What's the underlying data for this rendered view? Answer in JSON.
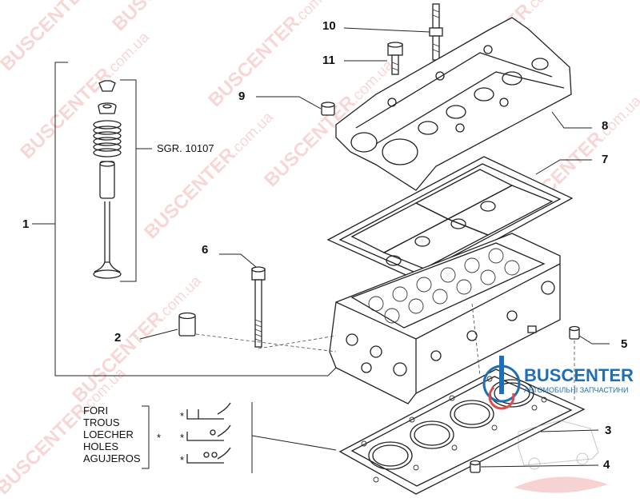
{
  "callouts": {
    "c1": "1",
    "c2": "2",
    "c3": "3",
    "c4": "4",
    "c5": "5",
    "c6": "6",
    "c7": "7",
    "c8": "8",
    "c9": "9",
    "c10": "10",
    "c11": "11"
  },
  "group_ref": "SGR. 10107",
  "legend": {
    "words": [
      "FORI",
      "TROUS",
      "LOECHER",
      "HOLES",
      "AGUJEROS"
    ],
    "star": "*"
  },
  "watermark": {
    "brand": "BUSCENTER",
    "domain": ".com.ua"
  },
  "logo": {
    "name": "BUSCENTER",
    "tagline": "АВТОМОБІЛЬНІ ЗАПЧАСТИНИ"
  },
  "colors": {
    "watermark": "#e14b4b",
    "logo": "#1f6fb5",
    "ink": "#222222"
  }
}
